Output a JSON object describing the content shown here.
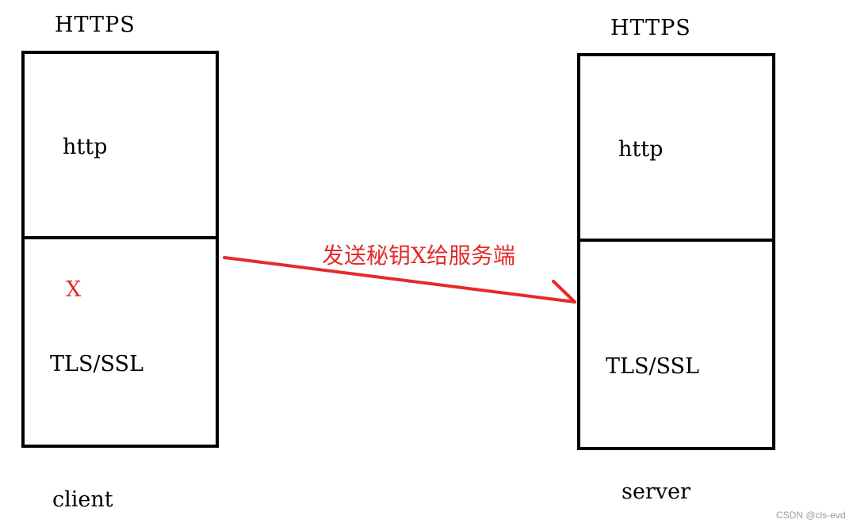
{
  "client": {
    "title": "HTTPS",
    "top_layer": "http",
    "bottom_layer": "TLS/SSL",
    "key_marker": "X",
    "label": "client"
  },
  "server": {
    "title": "HTTPS",
    "top_layer": "http",
    "bottom_layer": "TLS/SSL",
    "label": "server"
  },
  "arrow": {
    "label": "发送秘钥X给服务端",
    "color": "#e52a2a"
  },
  "watermark": "CSDN @cls-evd"
}
